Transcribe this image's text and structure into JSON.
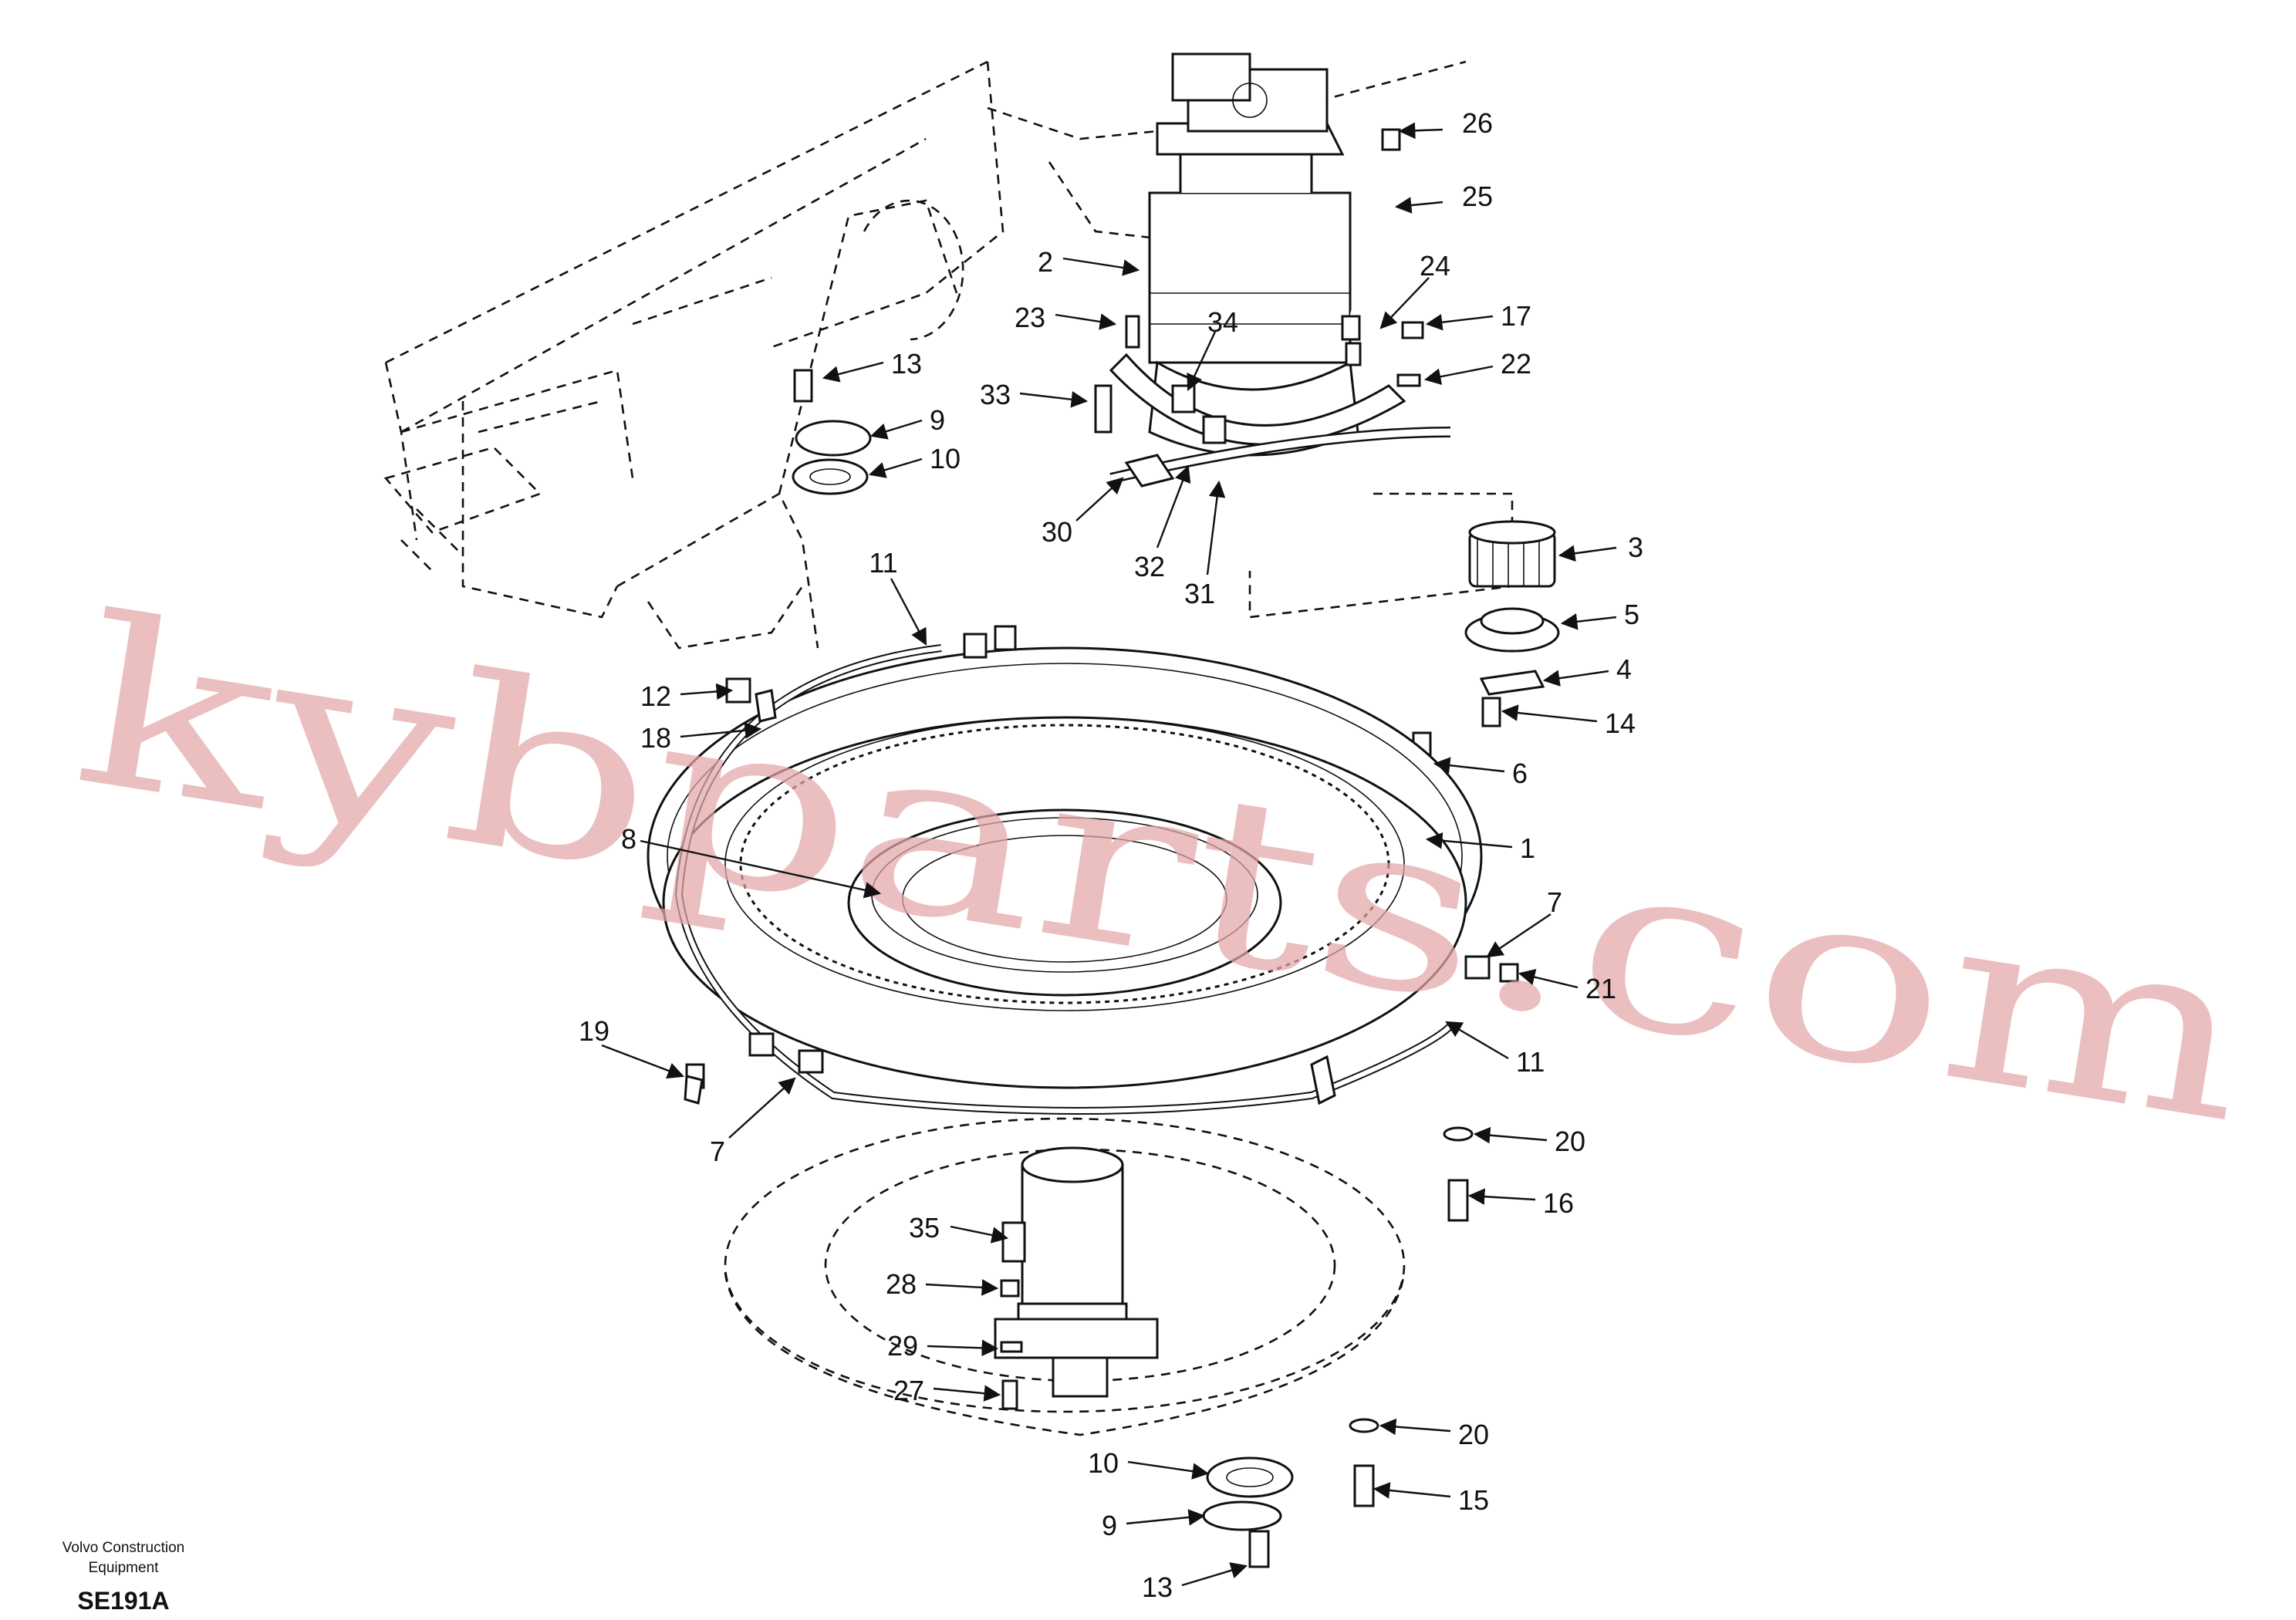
{
  "document": {
    "brand_line1": "Volvo Construction",
    "brand_line2": "Equipment",
    "figure_code": "SE191A",
    "watermark": "kybparts.com"
  },
  "callouts": [
    {
      "label": "26"
    },
    {
      "label": "25"
    },
    {
      "label": "2"
    },
    {
      "label": "24"
    },
    {
      "label": "23"
    },
    {
      "label": "34"
    },
    {
      "label": "17"
    },
    {
      "label": "13"
    },
    {
      "label": "22"
    },
    {
      "label": "33"
    },
    {
      "label": "9"
    },
    {
      "label": "10"
    },
    {
      "label": "30"
    },
    {
      "label": "32"
    },
    {
      "label": "31"
    },
    {
      "label": "3"
    },
    {
      "label": "5"
    },
    {
      "label": "11"
    },
    {
      "label": "4"
    },
    {
      "label": "12"
    },
    {
      "label": "14"
    },
    {
      "label": "18"
    },
    {
      "label": "6"
    },
    {
      "label": "8"
    },
    {
      "label": "1"
    },
    {
      "label": "7"
    },
    {
      "label": "21"
    },
    {
      "label": "19"
    },
    {
      "label": "11"
    },
    {
      "label": "7"
    },
    {
      "label": "20"
    },
    {
      "label": "16"
    },
    {
      "label": "35"
    },
    {
      "label": "28"
    },
    {
      "label": "29"
    },
    {
      "label": "27"
    },
    {
      "label": "20"
    },
    {
      "label": "10"
    },
    {
      "label": "15"
    },
    {
      "label": "9"
    },
    {
      "label": "13"
    }
  ]
}
